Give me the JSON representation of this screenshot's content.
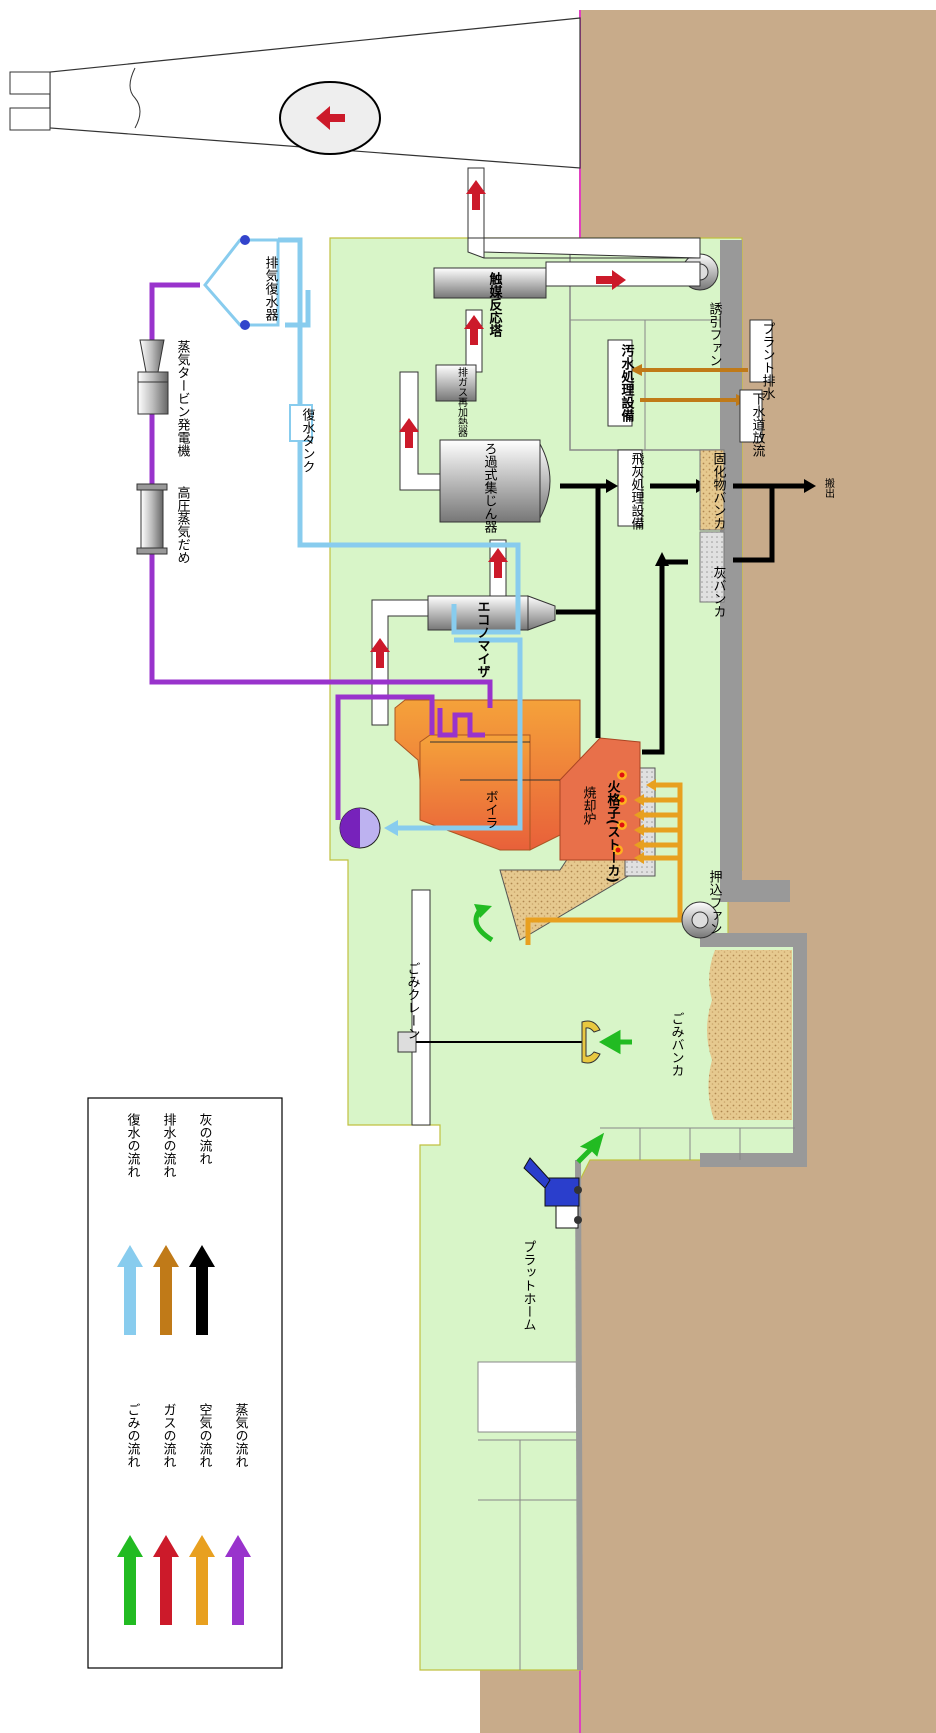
{
  "labels": {
    "steam_turbine_generator": "蒸気タービン発電機",
    "high_pressure_steam_header": "高圧蒸気だめ",
    "exhaust_condenser": "排気復水器",
    "condensate_tank": "復水タンク",
    "catalytic_reactor": "触媒反応塔",
    "exhaust_gas_reheater": "排ガス再加熱器",
    "bag_filter": "ろ過式集じん器",
    "economizer": "エコノマイザ",
    "boiler": "ボイラ",
    "incinerator": "焼却炉",
    "grate": "火格子(ストーカ)",
    "forced_draft_fan": "押込ファン",
    "induced_draft_fan": "誘引ファン",
    "wastewater_treatment": "汚水処理設備",
    "plant_drain": "プラント排水",
    "sewer_discharge": "下水道放流",
    "fly_ash_treatment": "飛灰処理設備",
    "solidified_bunker": "固化物バンカ",
    "ash_bunker": "灰バンカ",
    "carry_out": "搬出",
    "refuse_crane": "ごみクレーン",
    "refuse_bunker": "ごみバンカ",
    "platform": "プラットホーム"
  },
  "legend": {
    "items": [
      {
        "label": "ごみの流れ",
        "color": "#22bb22"
      },
      {
        "label": "ガスの流れ",
        "color": "#cc1a2a"
      },
      {
        "label": "空気の流れ",
        "color": "#e8a020"
      },
      {
        "label": "蒸気の流れ",
        "color": "#9933cc"
      },
      {
        "label": "復水の流れ",
        "color": "#88ccee"
      },
      {
        "label": "排水の流れ",
        "color": "#c07a18"
      },
      {
        "label": "灰の流れ",
        "color": "#000000"
      }
    ]
  },
  "colors": {
    "plant": "#d8f5c8",
    "ground": "#c8ab8a",
    "wall": "#999999",
    "steam": "#9933cc",
    "condensate": "#88ccee",
    "gas": "#cc1a2a",
    "air": "#e8a020",
    "drain": "#c07a18",
    "ash": "#000000",
    "refuse": "#22bb22",
    "boiler": "#ee8844",
    "magenta_line": "#e040c0"
  }
}
